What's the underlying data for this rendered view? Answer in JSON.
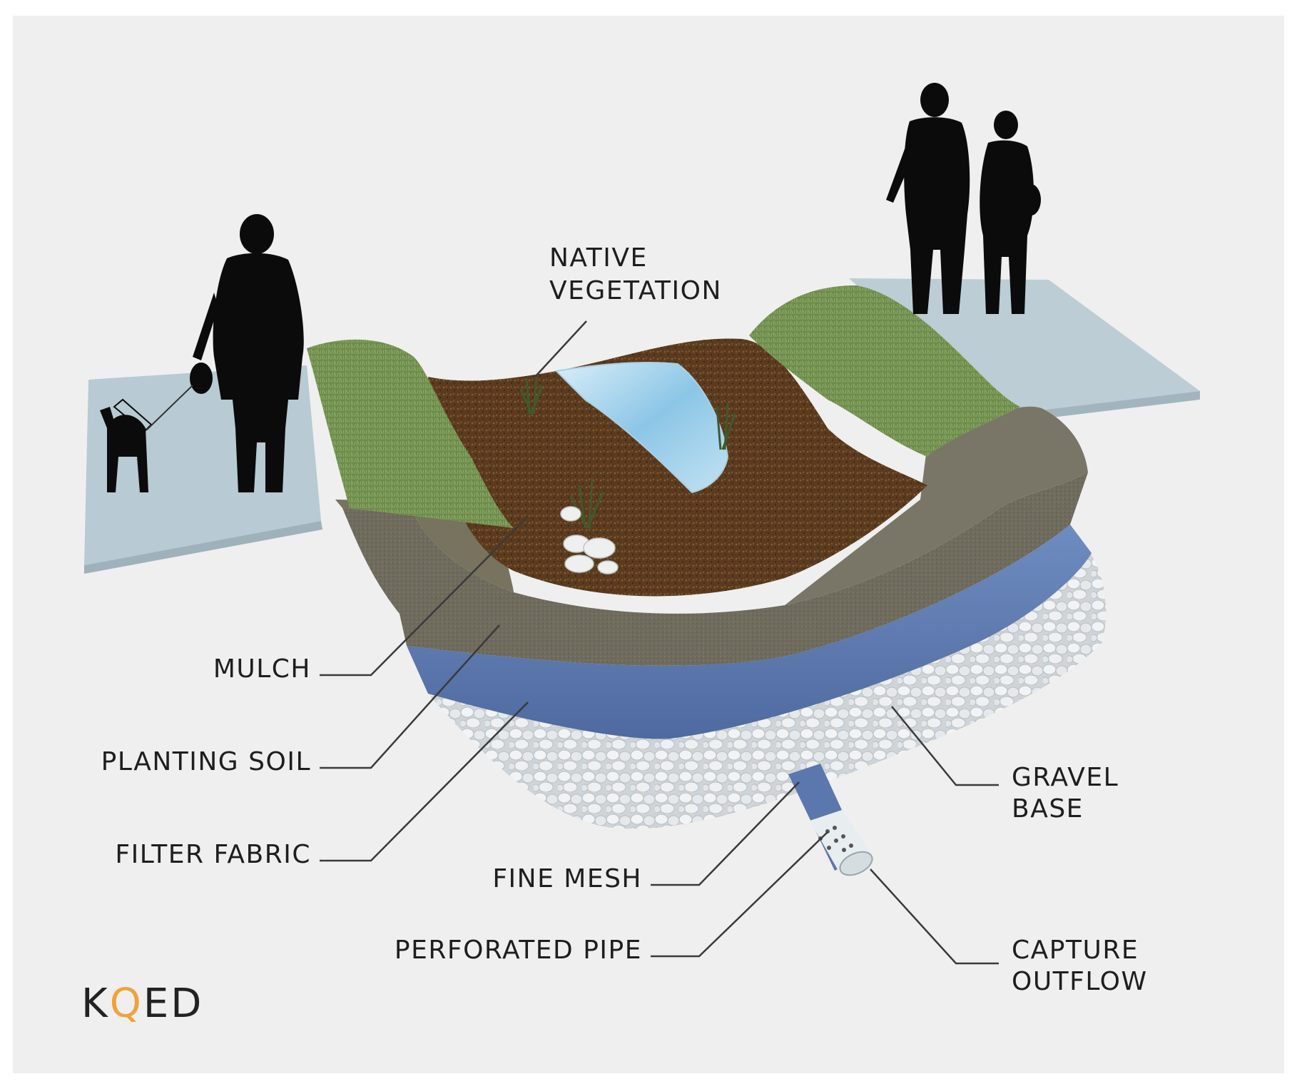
{
  "diagram": {
    "labels": {
      "native_vegetation_line1": "NATIVE",
      "native_vegetation_line2": "VEGETATION",
      "mulch": "MULCH",
      "planting_soil": "PLANTING SOIL",
      "filter_fabric": "FILTER FABRIC",
      "fine_mesh": "FINE MESH",
      "perforated_pipe": "PERFORATED PIPE",
      "gravel_base_line1": "GRAVEL",
      "gravel_base_line2": "BASE",
      "capture_outflow_line1": "CAPTURE",
      "capture_outflow_line2": "OUTFLOW"
    },
    "logo": {
      "k": "K",
      "q": "Q",
      "ed": "ED"
    },
    "colors": {
      "background": "#efefef",
      "sidewalk": "#b9cbd3",
      "grass": "#6e8a4e",
      "soil_layer": "#6f6a5c",
      "mulch": "#5a3a1e",
      "filter_fabric": "#5f7bb0",
      "gravel": "#dfe3e6",
      "water": "#9fd0ea",
      "silhouette": "#0b0b0b",
      "logo_accent": "#f0a23a"
    }
  }
}
